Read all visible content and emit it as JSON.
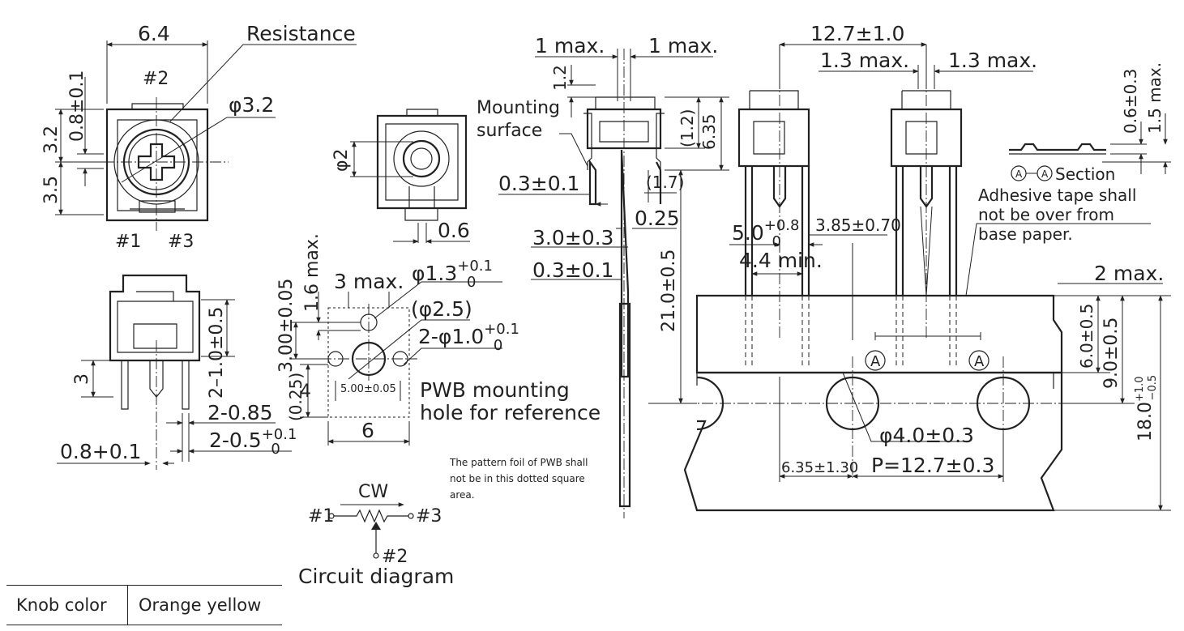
{
  "front_view": {
    "width": "6.4",
    "resistance": "Resistance",
    "pin2": "#2",
    "pin1": "#1",
    "pin3": "#3",
    "dia32": "φ3.2",
    "d08": "0.8±0.1",
    "d32": "3.2",
    "d35": "3.5"
  },
  "top_view": {
    "dia2": "φ2",
    "d06": "0.6"
  },
  "side_view": {
    "one_max_l": "1 max.",
    "one_max_r": "1 max.",
    "d12": "1.2",
    "mounting1": "Mounting",
    "mounting2": "surface",
    "d12p": "(1.2)",
    "d635": "6.35",
    "d03a": "0.3±0.1",
    "d17": "(1.7)",
    "d025": "0.25",
    "d30": "3.0±0.3",
    "d03b": "0.3±0.1",
    "d210": "21.0±0.5"
  },
  "bottom_view": {
    "d3": "3",
    "d21": "2–1.0±0.5",
    "d285": "2-0.85",
    "d205": "2-0.5",
    "d205_sup": "+0.1",
    "d205_sub": "0",
    "d08": "0.8+0.1"
  },
  "pwb": {
    "d16max": "1.6 max.",
    "d3max": "3 max.",
    "dia13": "φ1.3",
    "dia13_sup": "+0.1",
    "dia13_sub": "0",
    "dia25": "(φ2.5)",
    "dia10": "2-φ1.0",
    "dia10_sup": "+0.1",
    "dia10_sub": "0",
    "d300": "3.00±0.05",
    "d025": "(0.25)",
    "d4": "4",
    "d500": "5.00±0.05",
    "d6": "6",
    "label1": "PWB mounting",
    "label2": "hole for reference",
    "note1": "The pattern foil of PWB shall",
    "note2": "not be in this dotted square",
    "note3": "area."
  },
  "circuit": {
    "cw": "CW",
    "p1": "#1",
    "p3": "#3",
    "p2": "#2",
    "caption": "Circuit diagram"
  },
  "taping": {
    "d127": "12.7±1.0",
    "d13l": "1.3 max.",
    "d13r": "1.3 max.",
    "d50": "5.0",
    "d50_sup": "+0.8",
    "d50_sub": "0",
    "d385": "3.85±0.70",
    "d44": "4.4 min.",
    "section_a": "A",
    "section_label": "Section",
    "d06": "0.6±0.3",
    "d15": "1.5 max.",
    "adhesive1": "Adhesive tape shall",
    "adhesive2": "not be over from",
    "adhesive3": "base paper.",
    "d2max": "2 max.",
    "d60": "6.0±0.5",
    "d90": "9.0±0.5",
    "d180": "18.0",
    "d180_sup": "+1.0",
    "d180_sub": "−0.5",
    "dia40": "φ4.0±0.3",
    "d635": "6.35±1.30",
    "pitch": "P=12.7±0.3"
  },
  "table": {
    "label": "Knob color",
    "value": "Orange yellow"
  }
}
